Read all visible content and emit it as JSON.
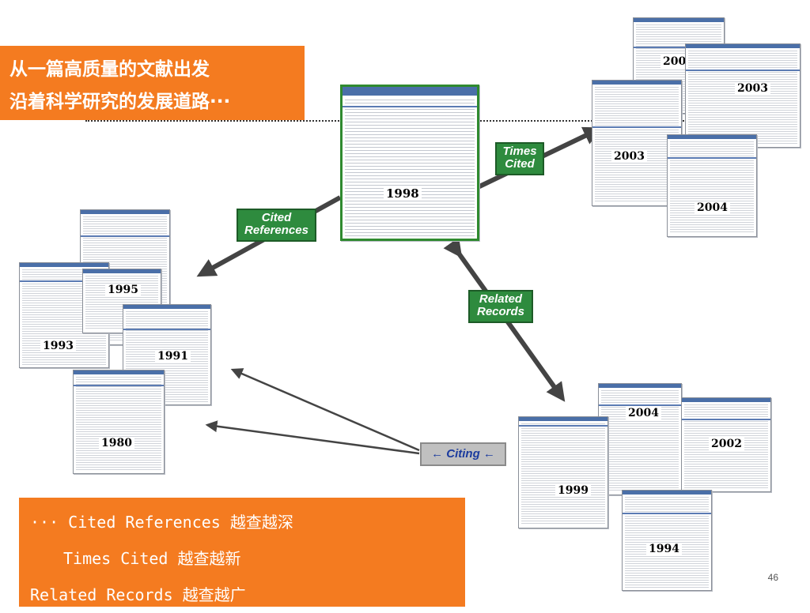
{
  "title": {
    "line1": "从一篇高质量的文献出发",
    "line2": "沿着科学研究的发展道路···"
  },
  "labels": {
    "times_cited": [
      "Times",
      "Cited"
    ],
    "cited_references": [
      "Cited",
      "References"
    ],
    "related_records": [
      "Related",
      "Records"
    ],
    "citing": "← Citing ←"
  },
  "documents": {
    "main_year": "1998",
    "times_cited_years": [
      "2004",
      "2003",
      "2003",
      "2004"
    ],
    "cited_reference_years": [
      "1995",
      "1993",
      "1991",
      "1980"
    ],
    "related_record_years": [
      "2004",
      "2002",
      "1999",
      "1994"
    ]
  },
  "summary": {
    "line1": "··· Cited References 越查越深",
    "line2": "Times Cited 越查越新",
    "line3": "Related Records 越查越广"
  },
  "page_number": "46",
  "colors": {
    "orange": "#f47b20",
    "green_label": "#2e8b3e",
    "gray_label": "#c0c0c0",
    "arrow": "#444444"
  }
}
